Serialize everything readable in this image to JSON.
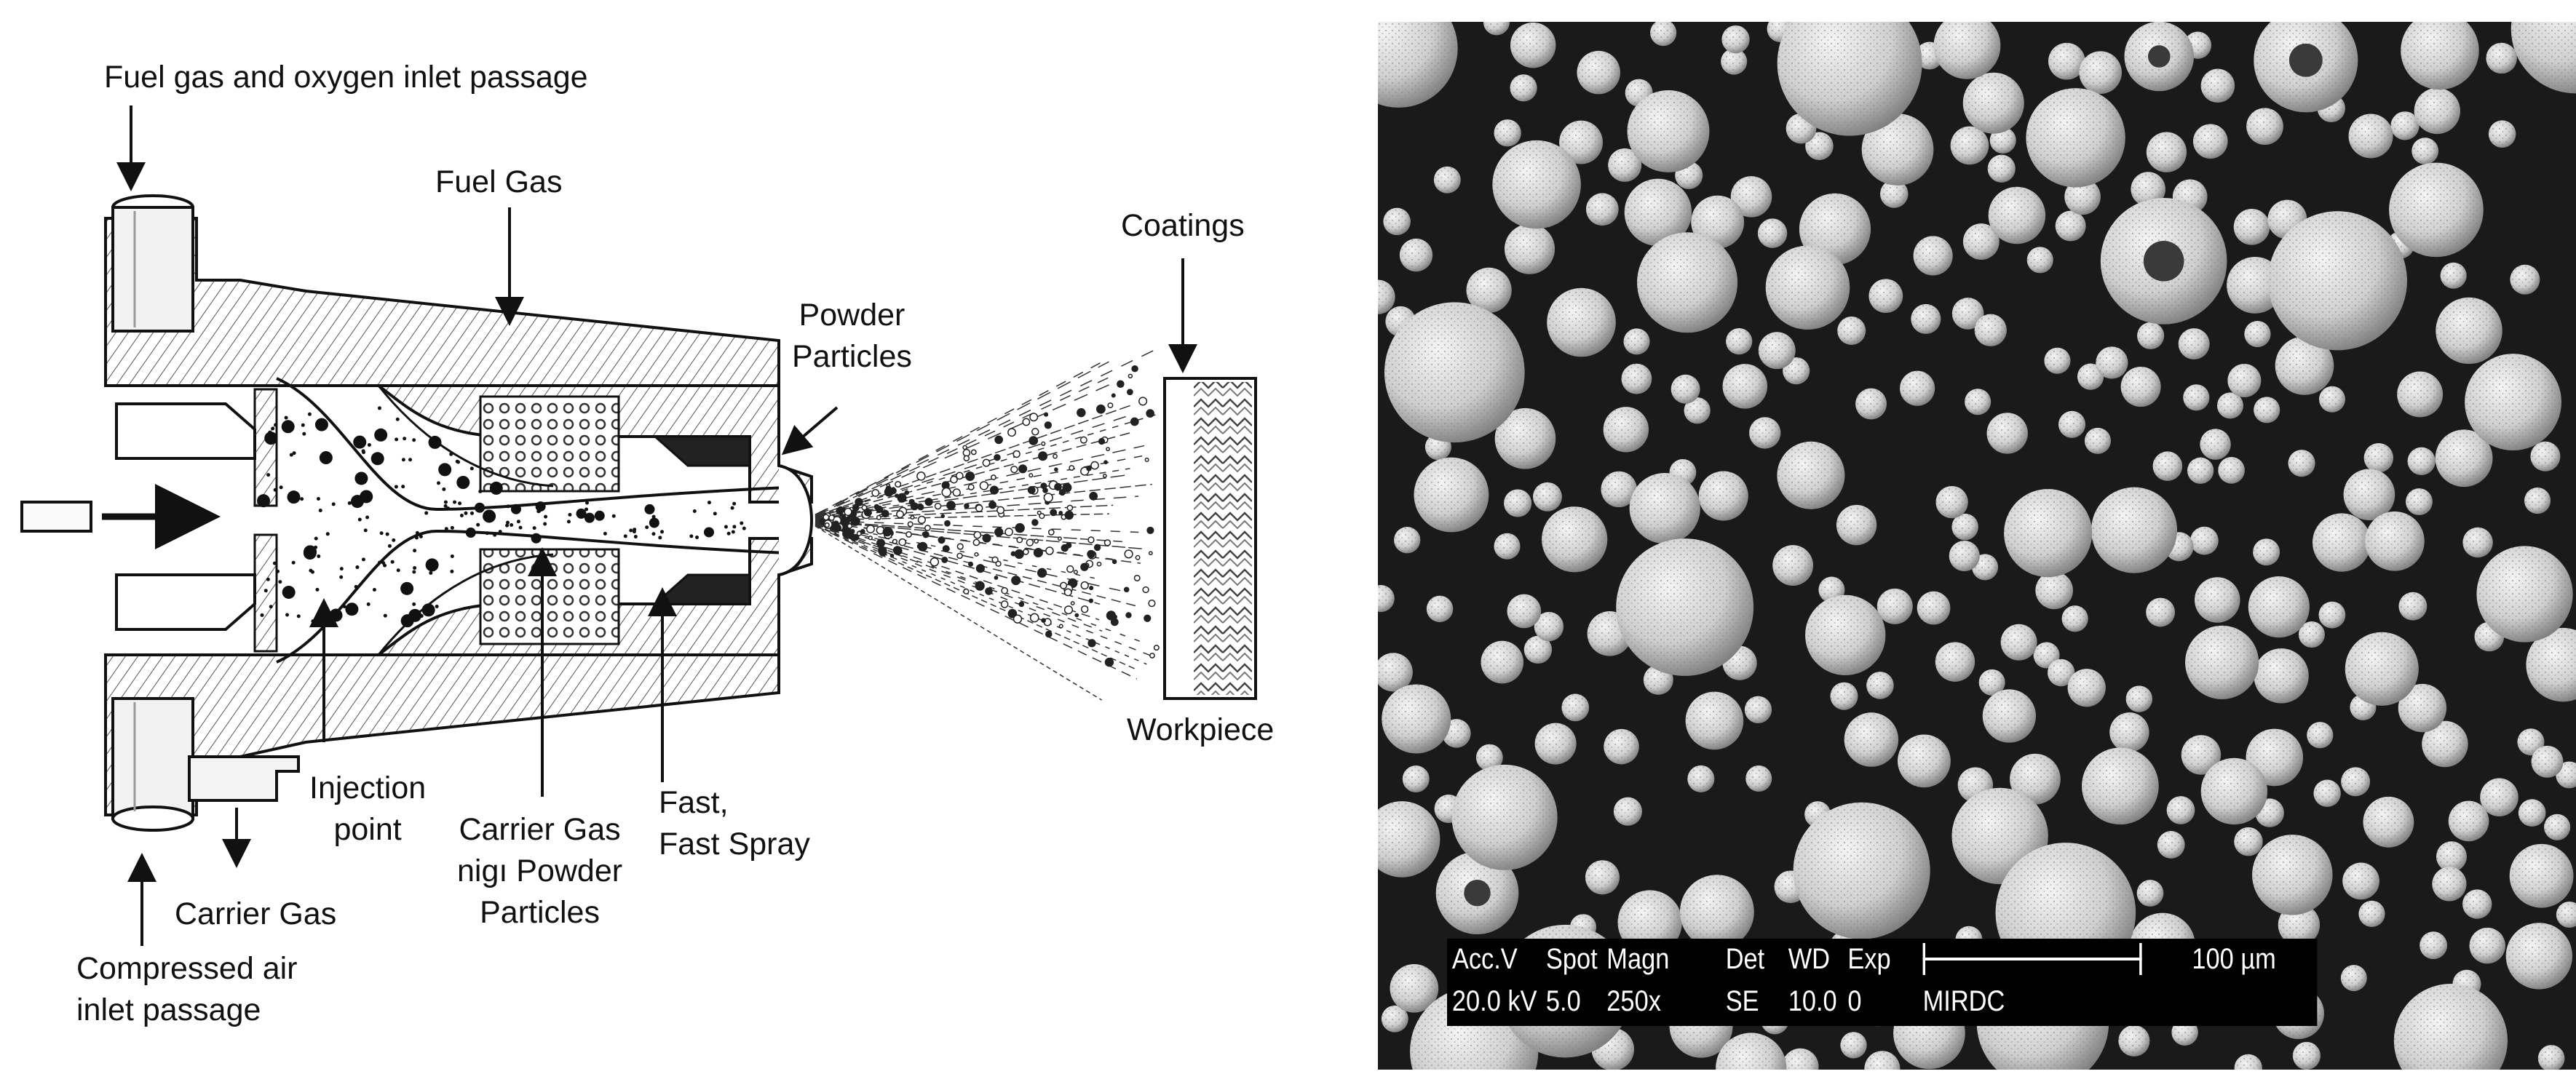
{
  "diagram": {
    "labels": {
      "fuel_oxygen_inlet": "Fuel gas and oxygen inlet passage",
      "fuel_gas": "Fuel Gas",
      "coatings": "Coatings",
      "powder_particles": "Powder\nParticles",
      "workpiece": "Workpiece",
      "injection_point": "Injection\npoint",
      "carrier_gas_powder": "Carrier Gas\nnigı Powder\nParticles",
      "fast_spray": "Fast,\nFast Spray",
      "carrier_gas": "Carrier Gas",
      "compressed_air": "Compressed air\ninlet passage"
    }
  },
  "sem": {
    "acc_v_label": "Acc.V",
    "acc_v_value": "20.0 kV",
    "spot_label": "Spot",
    "spot_value": "5.0",
    "magn_label": "Magn",
    "magn_value": "250x",
    "det_label": "Det",
    "det_value": "SE",
    "wd_label": "WD",
    "wd_value": "10.0",
    "exp_label": "Exp",
    "exp_value": "0",
    "scale_label": "100 µm",
    "lab_label": "MIRDC"
  }
}
